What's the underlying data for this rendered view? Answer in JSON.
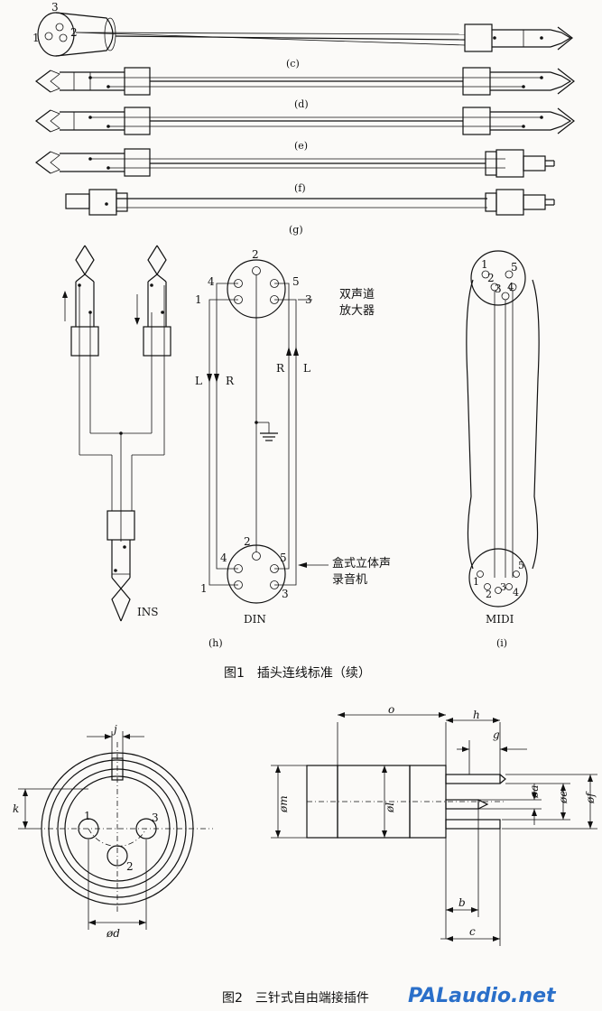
{
  "figure1": {
    "caption": "图1　插头连线标准（续）",
    "sublabels": {
      "c": "(c)",
      "d": "(d)",
      "e": "(e)",
      "f": "(f)",
      "g": "(g)",
      "h": "(h)",
      "i": "(i)"
    },
    "c_pins": {
      "p1": "1",
      "p2": "2",
      "p3": "3"
    },
    "ins_label": "INS",
    "din": {
      "label": "DIN",
      "amp_label_1": "双声道",
      "amp_label_2": "放大器",
      "rec_label_1": "盒式立体声",
      "rec_label_2": "录音机",
      "left_L": "L",
      "left_R": "R",
      "right_R": "R",
      "right_L": "L",
      "top_pins": {
        "p1": "1",
        "p2": "2",
        "p3": "3",
        "p4": "4",
        "p5": "5"
      },
      "bot_pins": {
        "p1": "1",
        "p2": "2",
        "p3": "3",
        "p4": "4",
        "p5": "5"
      }
    },
    "midi": {
      "label": "MIDI",
      "top_pins": {
        "p1": "1",
        "p2": "2",
        "p3": "3",
        "p4": "4",
        "p5": "5"
      },
      "bot_pins": {
        "p1": "1",
        "p2": "2",
        "p3": "3",
        "p4": "4",
        "p5": "5"
      }
    }
  },
  "figure2": {
    "caption": "图2　三针式自由端接插件",
    "front_view": {
      "dim_j": "j",
      "dim_k": "k",
      "dim_d": "ød",
      "pin1": "1",
      "pin2": "2",
      "pin3": "3"
    },
    "side_view": {
      "o": "o",
      "h": "h",
      "g": "g",
      "m": "øm",
      "l": "øl",
      "a": "øa",
      "e": "øe",
      "f": "øf",
      "b": "b",
      "c": "c"
    }
  },
  "watermark": "PALaudio.net"
}
